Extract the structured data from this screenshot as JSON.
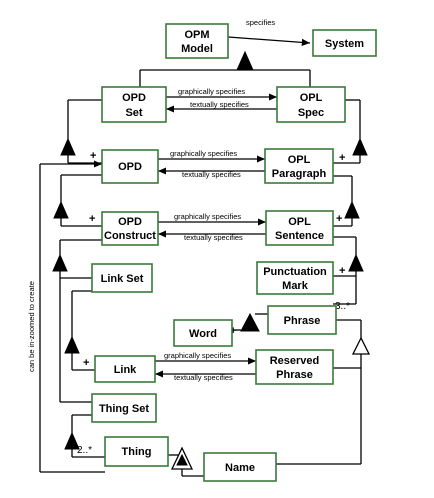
{
  "colors": {
    "box_border": "#3a7a3a",
    "line": "#000000",
    "background": "#ffffff"
  },
  "boxes": {
    "opm_model": {
      "line1": "OPM",
      "line2": "Model"
    },
    "system": {
      "label": "System"
    },
    "opd_set": {
      "line1": "OPD",
      "line2": "Set"
    },
    "opl_spec": {
      "line1": "OPL",
      "line2": "Spec"
    },
    "opd": {
      "label": "OPD"
    },
    "opl_paragraph": {
      "line1": "OPL",
      "line2": "Paragraph"
    },
    "opd_construct": {
      "line1": "OPD",
      "line2": "Construct"
    },
    "opl_sentence": {
      "line1": "OPL",
      "line2": "Sentence"
    },
    "link_set": {
      "label": "Link Set"
    },
    "punctuation_mark": {
      "line1": "Punctuation",
      "line2": "Mark"
    },
    "word": {
      "label": "Word"
    },
    "phrase": {
      "label": "Phrase"
    },
    "link": {
      "label": "Link"
    },
    "reserved_phrase": {
      "line1": "Reserved",
      "line2": "Phrase"
    },
    "thing_set": {
      "label": "Thing Set"
    },
    "thing": {
      "label": "Thing"
    },
    "name": {
      "label": "Name"
    }
  },
  "link_labels": {
    "specifies": "specifies",
    "set_graphically": "graphically specifies",
    "set_textually": "textually specifies",
    "opd_graphically": "graphically specifies",
    "opd_textually": "textually specifies",
    "construct_graphically": "graphically specifies",
    "construct_textually": "textually specifies",
    "link_graphically": "graphically specifies",
    "link_textually": "textually specifies",
    "zoom": "can be in-zoomed to create"
  },
  "multiplicities": {
    "plus": "+",
    "phrase_mult": "3..*",
    "thing_mult": "2..*"
  }
}
